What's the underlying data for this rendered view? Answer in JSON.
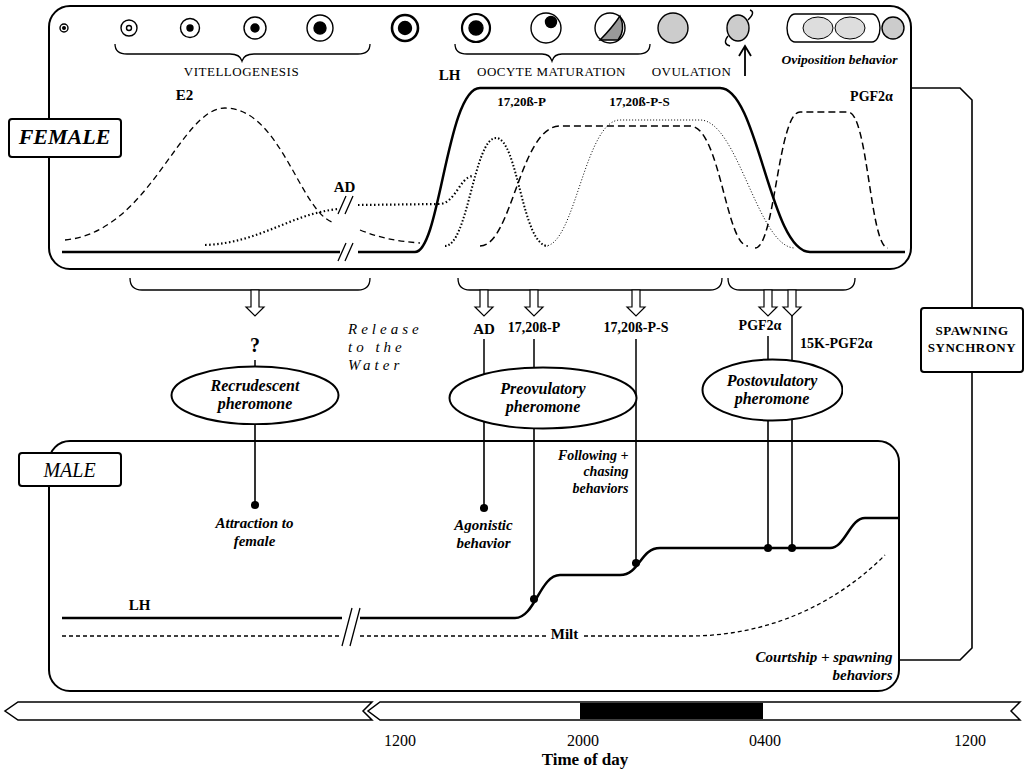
{
  "diagram": {
    "nodes": [
      {
        "text": [
          "VITELLOGENESIS",
          "OOCYTE MATURATION",
          "OVULATION",
          "Oviposition behavior",
          "E2",
          "AD",
          "LH",
          "17,20ß-P",
          "17,20ß-P-S",
          "PGF2α"
        ]
      },
      {
        "text": [
          "FEMALE"
        ],
        "in": 0
      },
      {
        "text": [
          "Recrudescent pheromone"
        ]
      },
      {
        "text": [
          "Preovulatory pheromone"
        ]
      },
      {
        "text": [
          "Postovulatory pheromone"
        ]
      },
      {
        "text": [
          "SPAWNING SYNCHRONY"
        ]
      },
      {
        "text": [
          "Attraction to female",
          "Agonistic behavior",
          "Following + chasing behaviors",
          "LH",
          "Milt",
          "Courtship + spawning behaviors"
        ]
      },
      {
        "text": [
          "MALE"
        ],
        "in": 6
      }
    ],
    "edges": [
      {
        "from": 2,
        "to": 6,
        "arrow": "to"
      },
      {
        "from": 3,
        "to": 6,
        "arrow": "to"
      },
      {
        "from": 3,
        "to": 6,
        "arrow": "to"
      },
      {
        "from": 3,
        "to": 6,
        "arrow": "to"
      },
      {
        "from": 4,
        "to": 6,
        "arrow": "to"
      },
      {
        "from": 4,
        "to": 6,
        "arrow": "to"
      },
      {
        "from": 0,
        "to": 5,
        "arrow": "none"
      },
      {
        "from": 5,
        "to": 6,
        "arrow": "none"
      }
    ],
    "labels": [
      "?",
      "Release to the Water",
      "AD",
      "17,20ß-P",
      "17,20ß-P-S",
      "PGF2α",
      "15K-PGF2α",
      "1200",
      "2000",
      "0400",
      "1200",
      "Time of day"
    ]
  }
}
